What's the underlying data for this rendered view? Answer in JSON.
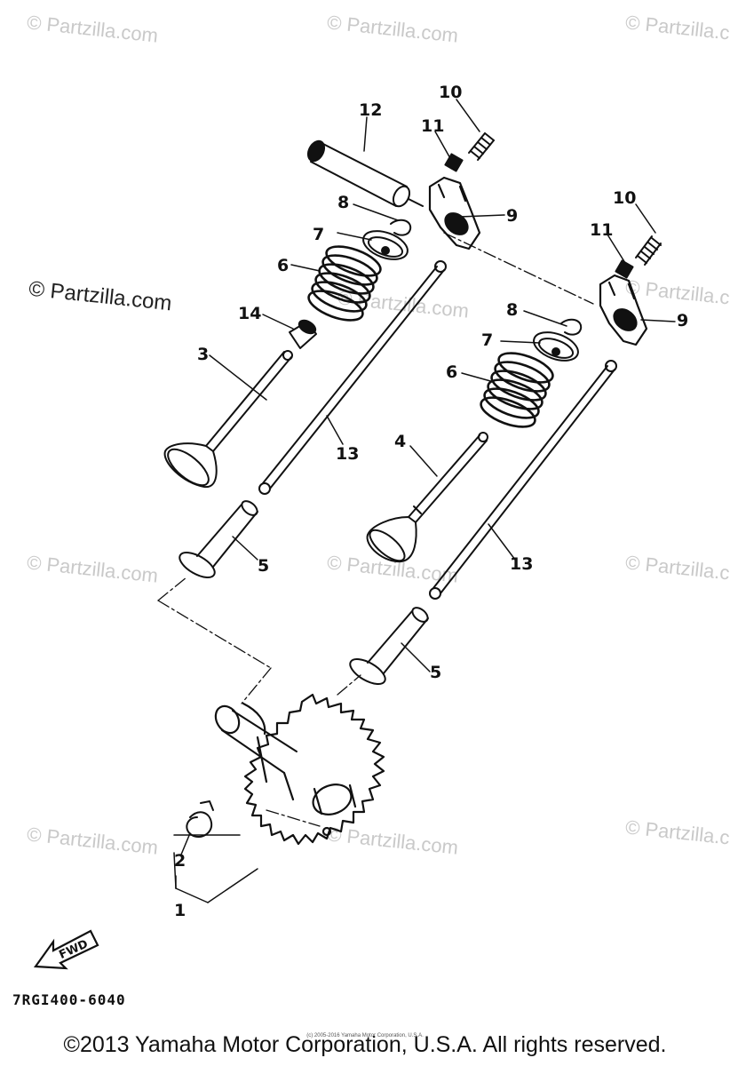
{
  "watermarks": {
    "text": "© Partzilla.com",
    "featured": "© Partzilla.com"
  },
  "callouts": {
    "c1": "1",
    "c2": "2",
    "c3": "3",
    "c4": "4",
    "c5a": "5",
    "c5b": "5",
    "c6a": "6",
    "c6b": "6",
    "c7a": "7",
    "c7b": "7",
    "c8a": "8",
    "c8b": "8",
    "c9a": "9",
    "c9b": "9",
    "c10a": "10",
    "c10b": "10",
    "c11a": "11",
    "c11b": "11",
    "c12": "12",
    "c13a": "13",
    "c13b": "13",
    "c14": "14"
  },
  "fwd_label": "FWD",
  "diagram_code": "7RGI400-6040",
  "copyright": "©2013 Yamaha Motor Corporation, U.S.A. All rights reserved.",
  "tiny_notice": "(c) 2005-2016 Yamaha Motor Corporation, U.S.A."
}
